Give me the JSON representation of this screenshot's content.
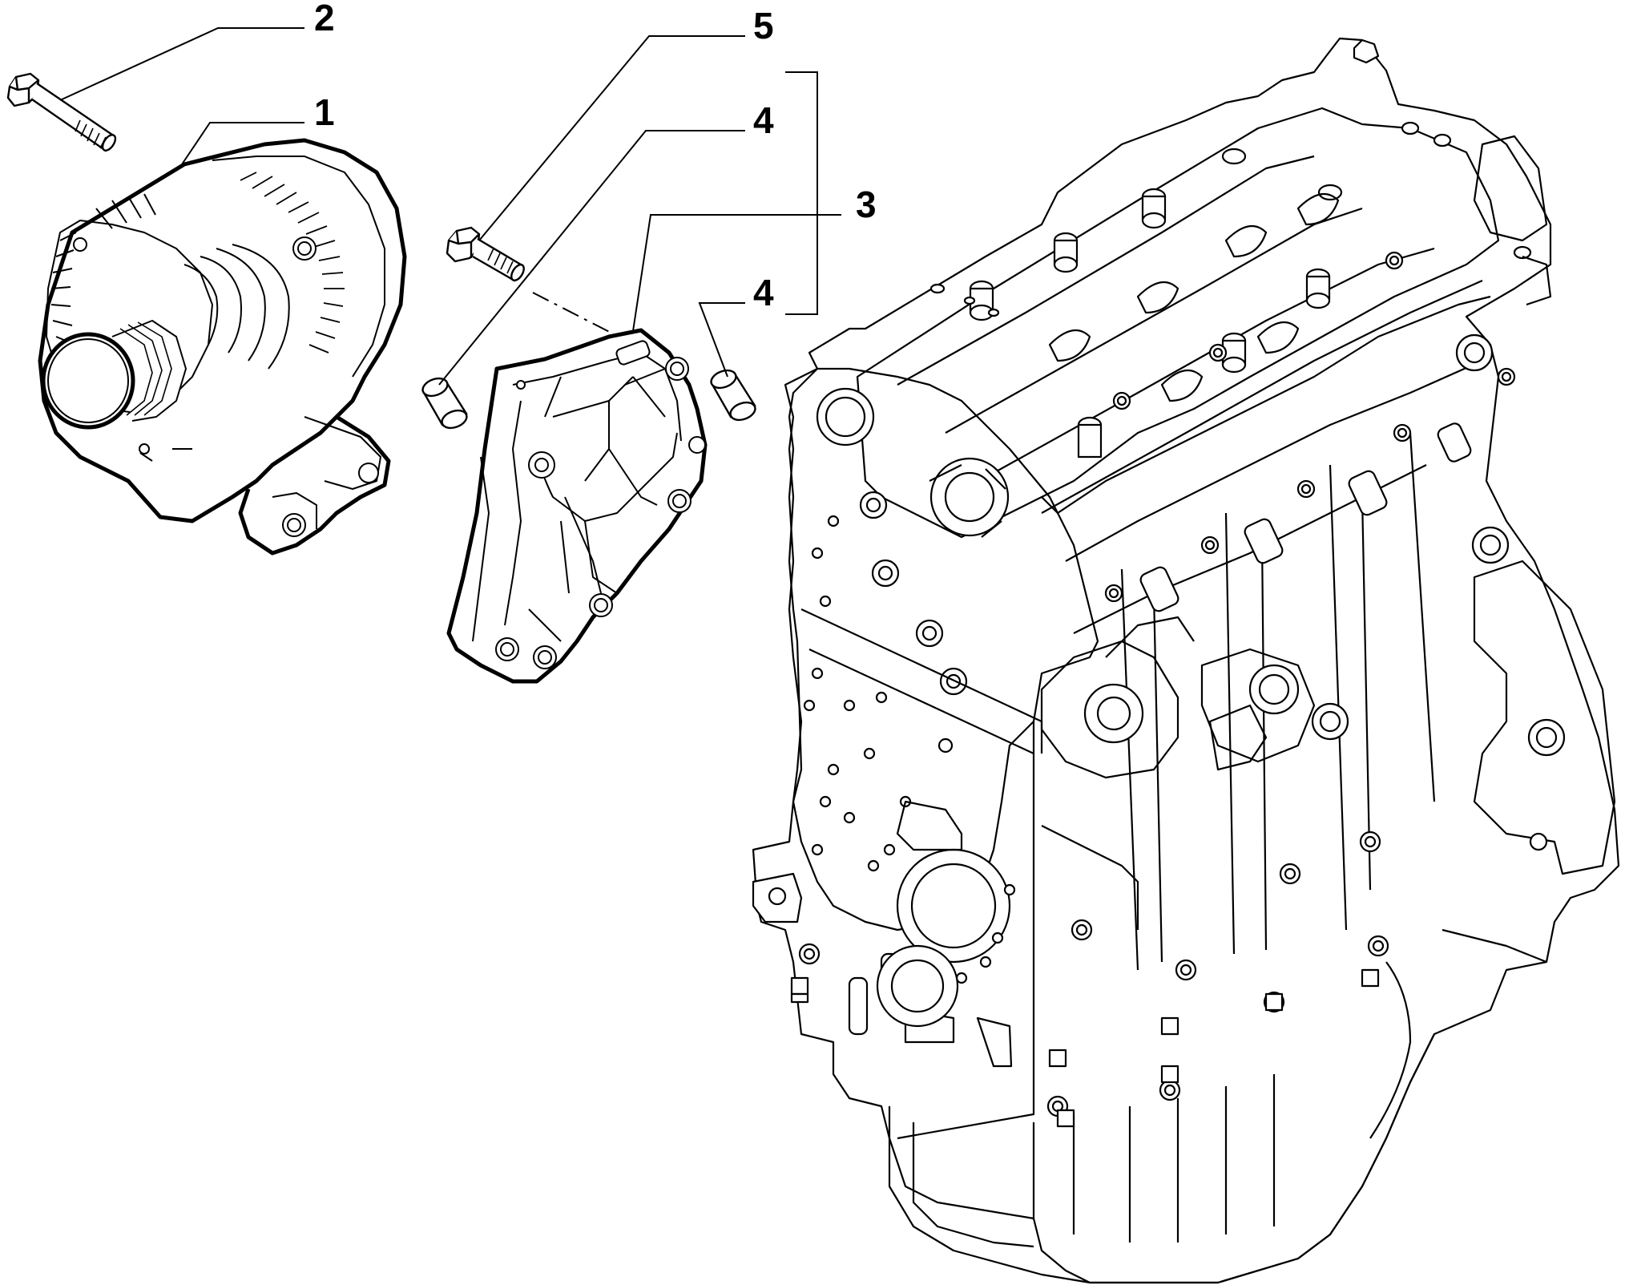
{
  "diagram": {
    "callouts": [
      {
        "id": "callout-1",
        "label": "1"
      },
      {
        "id": "callout-2",
        "label": "2"
      },
      {
        "id": "callout-3",
        "label": "3"
      },
      {
        "id": "callout-4a",
        "label": "4"
      },
      {
        "id": "callout-4b",
        "label": "4"
      },
      {
        "id": "callout-5",
        "label": "5"
      }
    ],
    "colors": {
      "ink": "#000000",
      "paper": "#ffffff"
    }
  }
}
